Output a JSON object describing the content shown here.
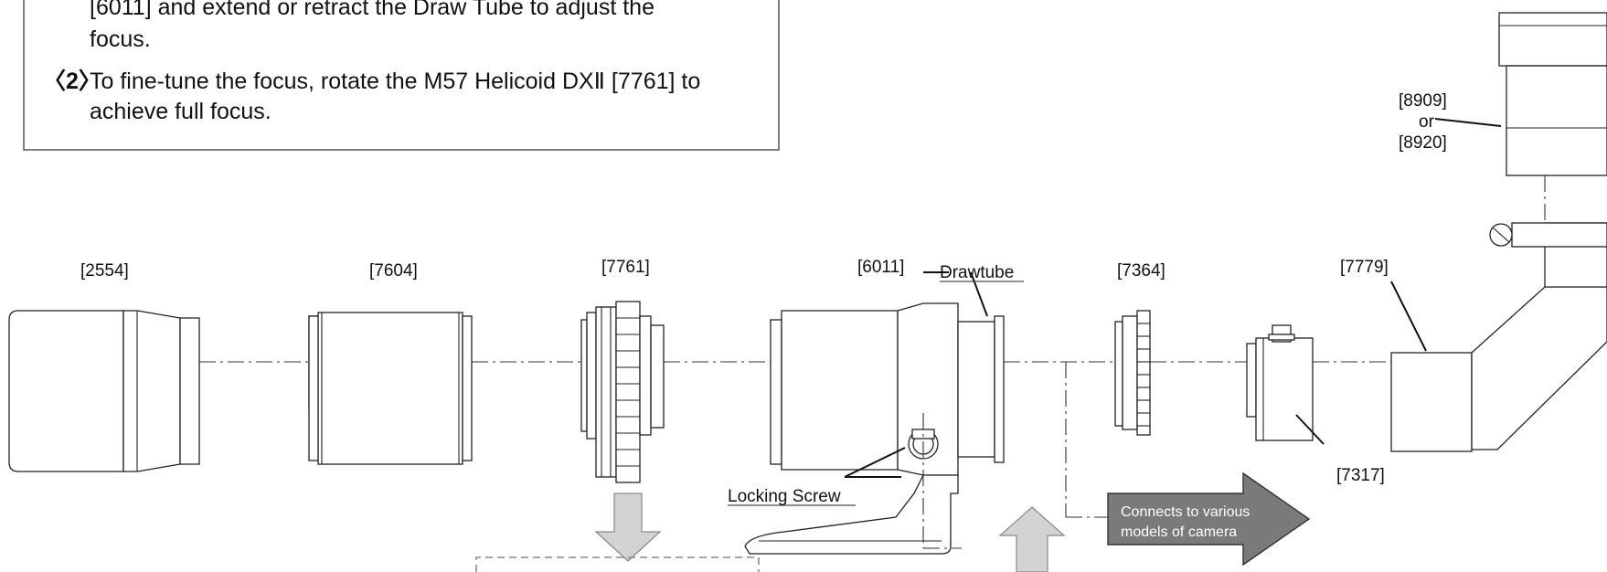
{
  "instructions": {
    "line1": "[6011] and extend or retract the Draw Tube to adjust the",
    "line2": "focus.",
    "step2_marker": "〈2〉",
    "step2_line1": "To fine-tune the focus, rotate the M57 Helicoid DXⅡ [7761] to",
    "step2_line2": "achieve full focus."
  },
  "labels": {
    "p2554": "[2554]",
    "p7604": "[7604]",
    "p7761": "[7761]",
    "p6011": "[6011]",
    "drawtube": "Drawtube",
    "p7364": "[7364]",
    "p7779": "[7779]",
    "p7317": "[7317]",
    "p8909": "[8909]",
    "or": "or",
    "p8920": "[8920]",
    "locking_screw": "Locking Screw"
  },
  "note": {
    "line1": "Connects to various",
    "line2": "models of camera"
  },
  "colors": {
    "note_fill": "#7a7a7a",
    "arrow_fill": "#d3d3d3",
    "stroke": "#222222"
  }
}
